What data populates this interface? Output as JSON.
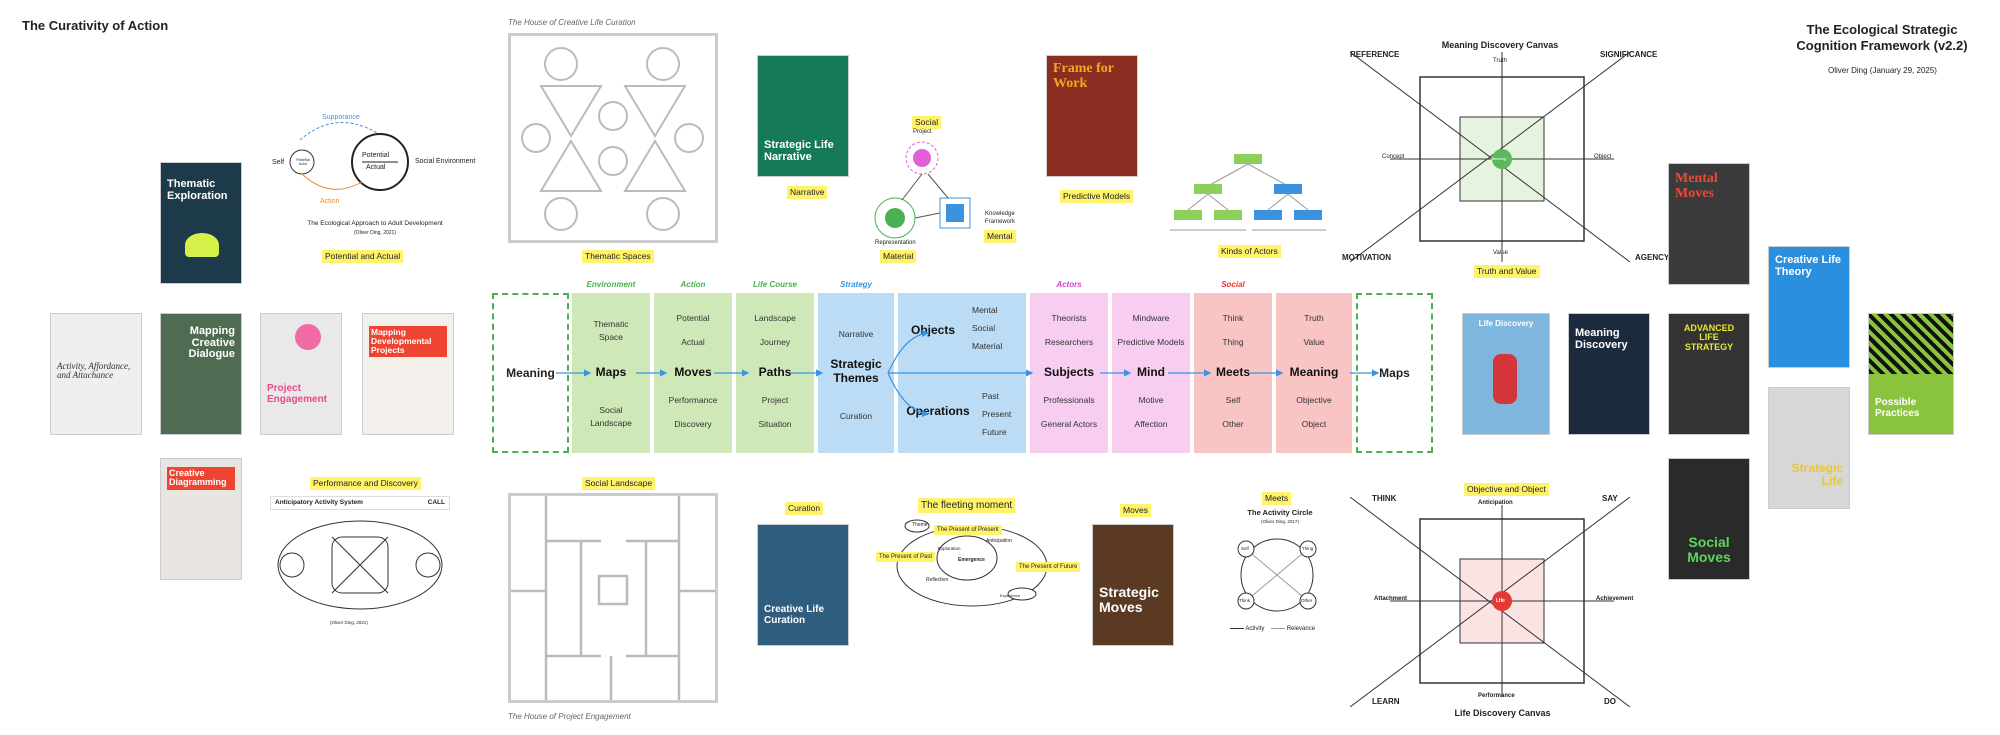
{
  "titles": {
    "left": "The Curativity of Action",
    "right": "The Ecological Strategic Cognition Framework (v2.2)",
    "author": "Oliver Ding (January 29, 2025)"
  },
  "captions": {
    "house_creative": "The House of Creative Life Curation",
    "house_project": "The House of Project Engagement",
    "potential_actual": "Potential and Actual",
    "thematic_spaces": "Thematic Spaces",
    "narrative": "Narrative",
    "predictive_models": "Predictive Models",
    "kinds_of_actors": "Kinds of Actors",
    "truth_value": "Truth and Value",
    "performance_discovery": "Performance and Discovery",
    "social_landscape": "Social Landscape",
    "curation": "Curation",
    "fleeting_moment": "The fleeting moment",
    "moves": "Moves",
    "meets": "Meets",
    "objective_object": "Objective and Object"
  },
  "ecological_diagram": {
    "supporance": "Supporance",
    "self": "Self",
    "potential_actor": "Potential Actor",
    "potential": "Potential",
    "actual": "Actual",
    "social_environment": "Social Environment",
    "action": "Action",
    "title": "The Ecological Approach to Adult Development",
    "credit": "(Oliver Ding, 2021)"
  },
  "smm_diagram": {
    "social": "Social",
    "project": "Project",
    "knowledge": "Knowledge Framework",
    "representation": "Representation",
    "material": "Material",
    "mental": "Mental"
  },
  "aas": {
    "title": "Anticipatory Activity System",
    "logo": "CALL",
    "credit": "(Oliver Ding, 2021)"
  },
  "activity_circle": {
    "title": "The Activity Circle",
    "credit": "(Oliver Ding, 2017)",
    "self": "Self",
    "thing": "Thing",
    "think": "Think",
    "other": "Other",
    "legend_activity": "Activity",
    "legend_relevance": "Relevance"
  },
  "fleeting": {
    "theme": "Theme",
    "present": "The Present of Present",
    "past": "The Present of Past",
    "future": "The Present of Future",
    "exploration": "Exploration",
    "emergence": "Emergence",
    "anticipation": "Anticipation",
    "reflection": "Reflection",
    "experience": "Experience"
  },
  "meaning_canvas": {
    "title": "Meaning Discovery Canvas",
    "reference": "REFERENCE",
    "significance": "SIGNIFICANCE",
    "motivation": "MOTIVATION",
    "agency": "AGENCY",
    "truth": "Truth",
    "value": "Value",
    "concept": "Concept",
    "object": "Object",
    "center": "Meaning"
  },
  "life_canvas": {
    "title": "Life Discovery Canvas",
    "think": "THINK",
    "say": "SAY",
    "learn": "LEARN",
    "do": "DO",
    "anticipation": "Anticipation",
    "performance": "Performance",
    "attachment": "Attachment",
    "achievement": "Achievement",
    "center": "Life"
  },
  "flow": {
    "meaning_start": "Meaning",
    "maps_end": "Maps",
    "columns": [
      {
        "head": "Environment",
        "big": "Maps",
        "top": [
          "Thematic",
          "Space"
        ],
        "bottom": [
          "Social",
          "Landscape"
        ]
      },
      {
        "head": "Action",
        "big": "Moves",
        "top": [
          "Potential",
          "Actual"
        ],
        "bottom": [
          "Performance",
          "Discovery"
        ]
      },
      {
        "head": "Life Course",
        "big": "Paths",
        "top": [
          "Landscape",
          "Journey"
        ],
        "bottom": [
          "Project",
          "Situation"
        ]
      },
      {
        "head": "Strategy",
        "big": "Strategic Themes",
        "top": [
          "Narrative"
        ],
        "bottom": [
          "Curation"
        ]
      },
      {
        "head": "",
        "big_top": "Objects",
        "big_bottom": "Operations",
        "top": [
          "Mental",
          "Social",
          "Material"
        ],
        "bottom": [
          "Past",
          "Present",
          "Future"
        ]
      },
      {
        "head": "Actors",
        "big": "Subjects",
        "top": [
          "Theorists",
          "Researchers"
        ],
        "bottom": [
          "Professionals",
          "General Actors"
        ]
      },
      {
        "head": "",
        "big": "Mind",
        "top": [
          "Mindware",
          "Predictive Models"
        ],
        "bottom": [
          "Motive",
          "Affection"
        ]
      },
      {
        "head": "Social",
        "big": "Meets",
        "top": [
          "Think",
          "Thing"
        ],
        "bottom": [
          "Self",
          "Other"
        ]
      },
      {
        "head": "",
        "big": "Meaning",
        "top": [
          "Truth",
          "Value"
        ],
        "bottom": [
          "Objective",
          "Object"
        ]
      }
    ]
  },
  "books": {
    "thematic_exploration": "Thematic Exploration",
    "activity_affordance": "Activity, Affordance, and Attachance",
    "mapping_dialogue": "Mapping Creative Dialogue",
    "project_engagement": "Project Engagement",
    "mapping_projects": "Mapping Developmental Projects",
    "creative_diagramming": "Creative Diagramming",
    "strategic_narrative": "Strategic Life Narrative",
    "frame_work": "Frame for Work",
    "creative_curation": "Creative Life Curation",
    "strategic_moves": "Strategic Moves",
    "life_discovery": "Life Discovery",
    "meaning_discovery": "Meaning Discovery",
    "mental_moves": "Mental Moves",
    "advanced_strategy": "ADVANCED LIFE STRATEGY",
    "social_moves": "Social Moves",
    "creative_theory": "Creative Life Theory",
    "strategic_life": "Strategic Life",
    "possible_practices": "Possible Practices"
  }
}
